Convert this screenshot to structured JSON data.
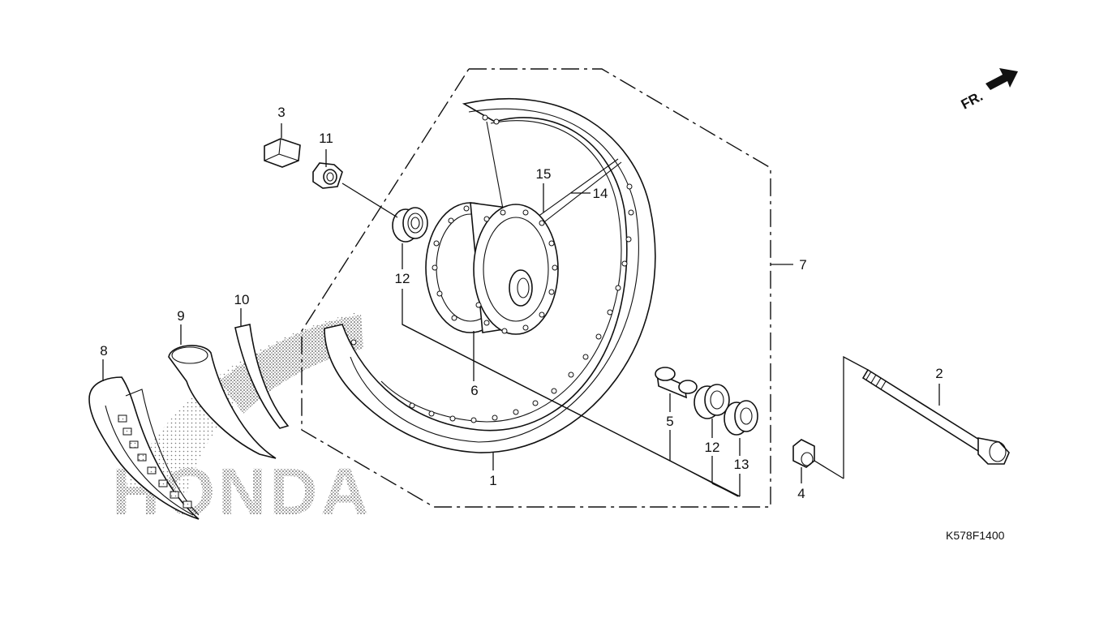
{
  "diagram": {
    "drawing_code": "K578F1400",
    "direction_label": "FR.",
    "logo_text": "HONDA",
    "callouts": [
      {
        "id": "1",
        "label": "1"
      },
      {
        "id": "2",
        "label": "2"
      },
      {
        "id": "3",
        "label": "3"
      },
      {
        "id": "4",
        "label": "4"
      },
      {
        "id": "5",
        "label": "5"
      },
      {
        "id": "6",
        "label": "6"
      },
      {
        "id": "7",
        "label": "7"
      },
      {
        "id": "8",
        "label": "8"
      },
      {
        "id": "9",
        "label": "9"
      },
      {
        "id": "10",
        "label": "10"
      },
      {
        "id": "11",
        "label": "11"
      },
      {
        "id": "12a",
        "label": "12"
      },
      {
        "id": "12b",
        "label": "12"
      },
      {
        "id": "13",
        "label": "13"
      },
      {
        "id": "14",
        "label": "14"
      },
      {
        "id": "15",
        "label": "15"
      }
    ]
  }
}
